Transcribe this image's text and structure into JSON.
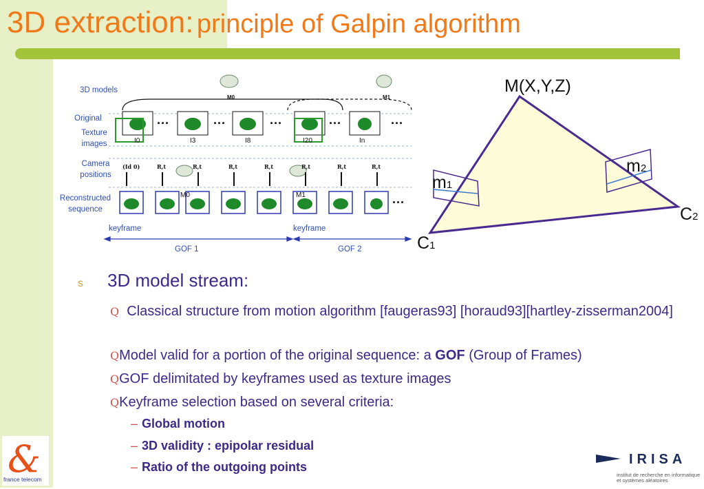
{
  "title": {
    "part1": "3D extraction:",
    "part2": "principle of Galpin algorithm"
  },
  "figure": {
    "labels": {
      "models": "3D models",
      "original": "Original",
      "texture": "Texture images",
      "camera": "Camera positions",
      "reconstructed": "Reconstructed sequence",
      "keyframe1": "keyframe",
      "keyframe2": "keyframe",
      "gof1": "GOF 1",
      "gof2": "GOF 2"
    },
    "frames": [
      "I0",
      "I3",
      "I8",
      "I20",
      "In"
    ],
    "model_tags": [
      "M0",
      "M1"
    ],
    "recon_tags": [
      "M0",
      "M1"
    ]
  },
  "diagram": {
    "point": "M(X,Y,Z)",
    "m1": "m1",
    "m2": "m2",
    "c1": "C1",
    "c2": "C2"
  },
  "bullets": {
    "main": "3D model stream:",
    "items": [
      {
        "text": "Classical structure from motion algorithm [faugeras93] [horaud93][hartley-zisserman2004]"
      },
      {
        "pre": "Model valid for a portion of the original sequence: a ",
        "bold": "GOF",
        "post": " (Group of Frames)"
      },
      {
        "text": "GOF delimitated by keyframes used as texture images"
      },
      {
        "text": "Keyframe selection based on several criteria:"
      }
    ],
    "criteria": [
      "Global motion",
      "3D validity : epipolar residual",
      "Ratio of the outgoing points"
    ]
  },
  "logos": {
    "ft": "france telecom",
    "irisa": "IRISA",
    "irisa_sub_1": "institut de recherche en informatique",
    "irisa_sub_2": "et systèmes aléatoires"
  },
  "colors": {
    "title": "#f07a1a",
    "bar": "#a3c43a",
    "sidebar": "#e8f0c8",
    "text": "#3b2a8a"
  }
}
